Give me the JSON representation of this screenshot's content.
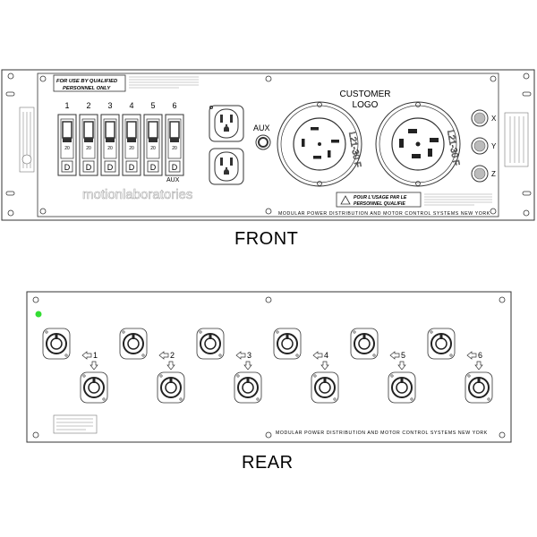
{
  "front": {
    "view_label": "FRONT",
    "warning_top_line1": "FOR USE BY QUALIFIED",
    "warning_top_line2": "PERSONNEL ONLY",
    "breaker_numbers": [
      "1",
      "2",
      "3",
      "4",
      "5",
      "6"
    ],
    "breaker_rating": "20",
    "breaker_letter": "D",
    "aux_breaker_label": "AUX",
    "aux_outlet_label": "AUX",
    "customer_logo_line1": "CUSTOMER",
    "customer_logo_line2": "LOGO",
    "connector_label_left": "L21-30 F",
    "connector_label_right": "L21-30 F",
    "xyz_labels": [
      "X",
      "Y",
      "Z"
    ],
    "brand": "motionlaboratories",
    "warning_bottom_line1": "POUR L'USAGE PAR LE",
    "warning_bottom_line2": "PERSONNEL QUALIFIE",
    "footer": "MODULAR POWER DISTRIBUTION AND MOTOR CONTROL SYSTEMS  NEW YORK"
  },
  "rear": {
    "view_label": "REAR",
    "channel_numbers": [
      "1",
      "2",
      "3",
      "4",
      "5",
      "6"
    ],
    "footer": "MODULAR POWER DISTRIBUTION AND MOTOR CONTROL SYSTEMS  NEW YORK",
    "indicator_color": "#33dd33"
  }
}
